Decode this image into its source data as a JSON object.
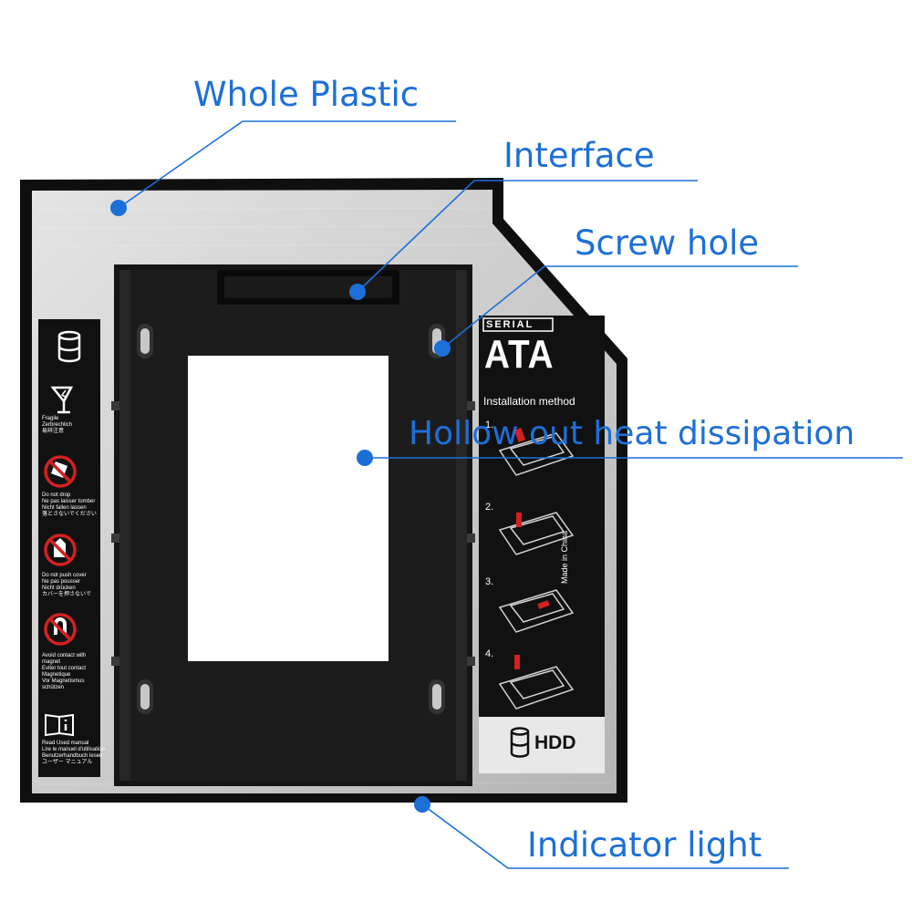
{
  "callouts": {
    "whole_plastic": "Whole Plastic",
    "interface": "Interface",
    "screw_hole": "Screw hole",
    "hollow_out": "Hollow out heat dissipation",
    "indicator_light": "Indicator light"
  },
  "left_sticker": {
    "fragile": [
      "Fragile",
      "Zerbrechlich",
      "易碎注意"
    ],
    "do_not_drop": [
      "Do not drop",
      "Ne pas laisser tomber",
      "Nicht fallen lassen",
      "落とさないでください"
    ],
    "do_not_push": [
      "Do not push cover",
      "Ne pas pousser",
      "Nicht drücken",
      "カバーを押さないで"
    ],
    "avoid_magnet": [
      "Avoid contact with",
      "magnet",
      "Eviter tout contact",
      "Magnetique",
      "Vor Magnetismus",
      "schützen"
    ],
    "read_manual": [
      "Read Used  manual",
      "Lire le manuel d'utilisation",
      "Benutzerhandbuch lesen",
      "ユーザー マニュアル"
    ]
  },
  "right_sticker": {
    "serial": "SERIAL",
    "ata": "ATA",
    "installation_method": "Installation method",
    "steps": [
      "1.",
      "2.",
      "3.",
      "4."
    ],
    "made_in": "Made in China",
    "hdd": "HDD"
  },
  "colors": {
    "accent_blue": "#1d6fd8",
    "frame_black": "#0f0f0f",
    "aluminum": "#c9c9c9",
    "marker_red": "#d42020"
  }
}
